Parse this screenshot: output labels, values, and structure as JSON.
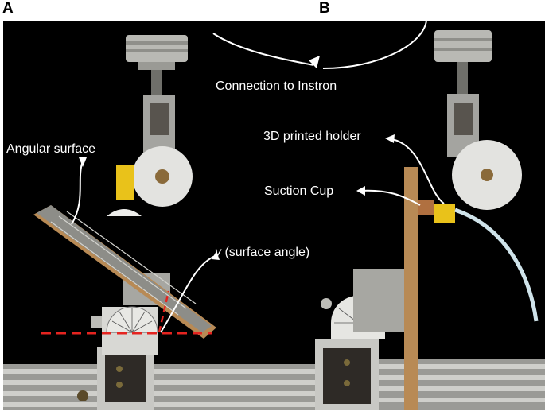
{
  "panels": {
    "a": {
      "label": "A"
    },
    "b": {
      "label": "B"
    }
  },
  "annotations": {
    "connection": "Connection to Instron",
    "angular_surface": "Angular surface",
    "surface_angle_symbol": "γ",
    "surface_angle_text": " (surface angle)",
    "holder": "3D printed holder",
    "suction_cup": "Suction Cup"
  },
  "colors": {
    "background": "#000000",
    "annotation_text": "#ffffff",
    "angle_reference_line": "#e52420",
    "suction_cup_yellow": "#e9c21a"
  }
}
